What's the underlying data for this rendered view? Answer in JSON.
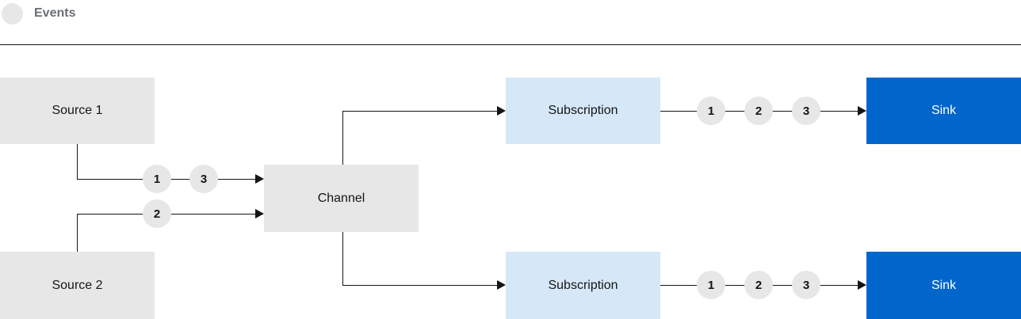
{
  "legend": {
    "label": "Events"
  },
  "nodes": {
    "source1": {
      "label": "Source 1"
    },
    "source2": {
      "label": "Source 2"
    },
    "channel": {
      "label": "Channel"
    },
    "subscription_top": {
      "label": "Subscription"
    },
    "subscription_bottom": {
      "label": "Subscription"
    },
    "sink_top": {
      "label": "Sink"
    },
    "sink_bottom": {
      "label": "Sink"
    }
  },
  "events": {
    "source1_to_channel": [
      "1",
      "3"
    ],
    "source2_to_channel": [
      "2"
    ],
    "subscription_top_to_sink": [
      "1",
      "2",
      "3"
    ],
    "subscription_bottom_to_sink": [
      "1",
      "2",
      "3"
    ]
  },
  "colors": {
    "box_gray": "#e7e7e7",
    "box_light_blue": "#d6e7f8",
    "box_blue": "#0066cc",
    "event_circle": "#e7e7e7",
    "line": "#151515",
    "text_dark": "#151515",
    "sink_text": "#ffffff",
    "legend_text": "#6a6e73"
  },
  "diagram": {
    "description": "Event flow: Source 1 and Source 2 send events 1, 3 and 2 into Channel; Channel fans out to two Subscriptions; each Subscription delivers events 1, 2, 3 to a Sink."
  }
}
